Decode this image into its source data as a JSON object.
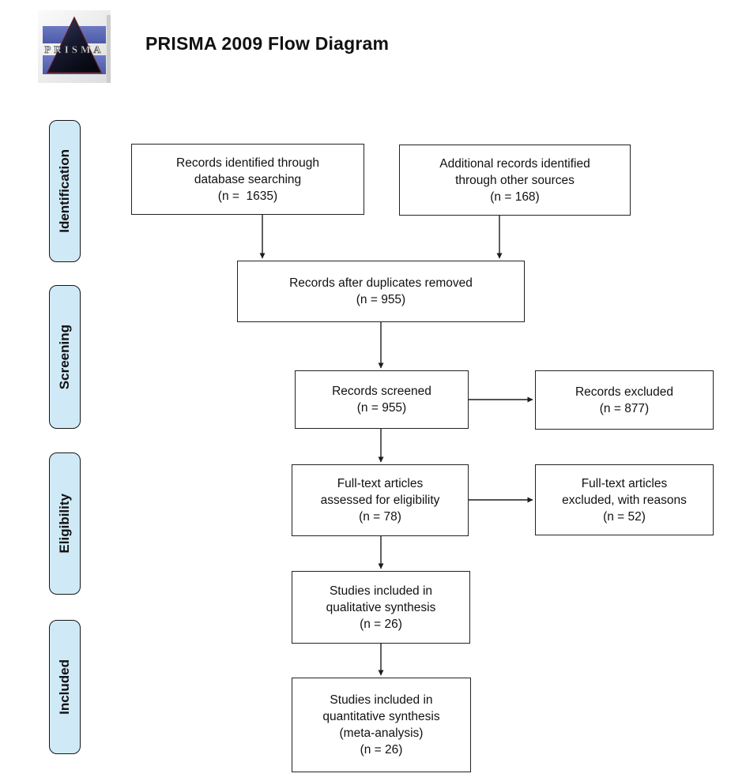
{
  "header": {
    "logo_text": "PRISMA",
    "title": "PRISMA 2009 Flow Diagram"
  },
  "stages": [
    {
      "label": "Identification"
    },
    {
      "label": "Screening"
    },
    {
      "label": "Eligibility"
    },
    {
      "label": "Included"
    }
  ],
  "boxes": [
    {
      "name": "records-identified",
      "text": "Records identified through\ndatabase searching\n(n =  1635)"
    },
    {
      "name": "additional-records",
      "text": "Additional records identified\nthrough other sources\n(n = 168)"
    },
    {
      "name": "after-duplicates",
      "text": "Records after duplicates removed\n(n = 955)"
    },
    {
      "name": "records-screened",
      "text": "Records screened\n(n = 955)"
    },
    {
      "name": "records-excluded",
      "text": "Records excluded\n(n = 877)"
    },
    {
      "name": "fulltext-assessed",
      "text": "Full-text articles\nassessed for eligibility\n(n = 78)"
    },
    {
      "name": "fulltext-excluded",
      "text": "Full-text articles\nexcluded, with reasons\n(n = 52)"
    },
    {
      "name": "qualitative-synthesis",
      "text": "Studies included in\nqualitative synthesis\n(n = 26)"
    },
    {
      "name": "quantitative-synthesis",
      "text": "Studies included in\nquantitative synthesis\n(meta-analysis)\n(n = 26)"
    }
  ],
  "colors": {
    "stage_fill": "#cfe9f7",
    "box_fill": "#ffffff",
    "border": "#222222",
    "arrow": "#1c1c1c",
    "logo_blue": "#5a69b8",
    "logo_triangle_dark": "#07070f",
    "logo_triangle_light": "#3c4066",
    "logo_triangle_edge": "#5f1d1d"
  }
}
